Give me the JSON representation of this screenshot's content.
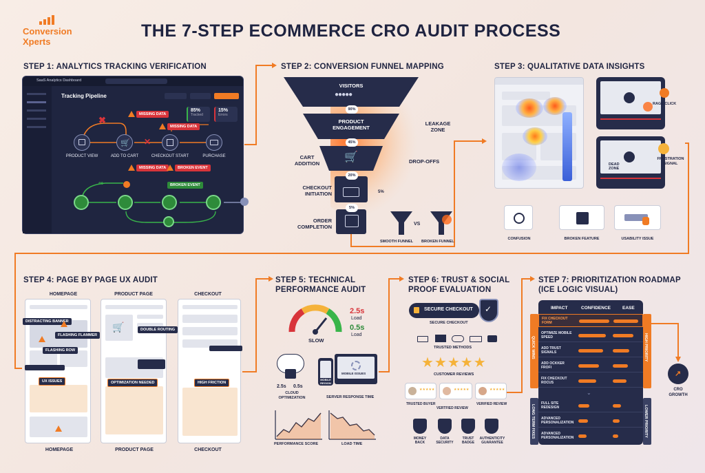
{
  "brand": {
    "line1": "Conversion",
    "line2": "Xperts"
  },
  "title": "THE 7-STEP ECOMMERCE CRO AUDIT PROCESS",
  "step1": {
    "title": "STEP 1: ANALYTICS TRACKING VERIFICATION",
    "app_name": "SaaS Analytics Dashboard",
    "pipeline_title": "Tracking Pipeline",
    "stat1_value": "85%",
    "stat1_label": "Tracked",
    "stat2_value": "15%",
    "stat2_label": "Errors",
    "nodes": [
      "PRODUCT VIEW",
      "ADD TO CART",
      "CHECKOUT START",
      "PURCHASE"
    ],
    "missing_data": "MISSING DATA",
    "broken_event": "BROKEN EVENT"
  },
  "step2": {
    "title": "STEP 2: CONVERSION FUNNEL MAPPING",
    "stages": [
      "VISITORS",
      "PRODUCT ENGAGEMENT",
      "CART ADDITION",
      "CHECKOUT INITIATION",
      "ORDER COMPLETION"
    ],
    "rates": [
      "90%",
      "45%",
      "20%",
      "5%"
    ],
    "side_rate": "5%",
    "leakage": "LEAKAGE ZONE",
    "dropoffs": "DROP-OFFS",
    "smooth": "SMOOTH FUNNEL",
    "vs": "VS",
    "broken": "BROKEN FUNNEL"
  },
  "step3": {
    "title": "STEP 3: QUALITATIVE DATA INSIGHTS",
    "rage_click": "RAGE CLICK",
    "dead_zone": "DEAD ZONE",
    "frustration": "FRUSTRATION SIGNAL",
    "confusion": "CONFUSION",
    "broken_feature": "BROKEN FEATURE",
    "usability": "USABILITY ISSUE"
  },
  "step4": {
    "title": "STEP 4: PAGE BY PAGE UX AUDIT",
    "pages": [
      "HOMEPAGE",
      "PRODUCT PAGE",
      "CHECKOUT"
    ],
    "distracting": "DISTRACTING BANNER",
    "flashing": "FLASHING FLAMMER",
    "flashing_row": "FLASHING ROW",
    "ux_issues": "UX ISSUES",
    "double_routing": "DOUBLE ROUTING",
    "opt_needed": "OPTIMIZATION NEEDED",
    "high_friction": "HIGH FRICTION"
  },
  "step5": {
    "title_l1": "STEP 5: TECHNICAL",
    "title_l2": "PERFORMANCE AUDIT",
    "gauge_label": "SLOW",
    "load1": "2.5s",
    "load2": "0.5s",
    "load_word": "Load",
    "cloud_a": "2.5s",
    "cloud_b": "0.5s",
    "cloud_label": "CLOUD OPTIMIZATION",
    "server_label": "SERVER RESPONSE TIME",
    "perf_score": "PERFORMANCE SCORE",
    "load_time": "LOAD TIME",
    "mobile": "MOBILE REGION"
  },
  "step6": {
    "title_l1": "STEP 6: TRUST & SOCIAL",
    "title_l2": "PROOF EVALUATION",
    "secure_btn": "SECURE CHECKOUT",
    "secure_label": "SECURE CHECKOUT",
    "trusted_methods": "TRUSTED METHODS",
    "customer_reviews": "CUSTOMER REVIEWS",
    "trusted_buyer": "TRUSTED BUYER",
    "verified_review": "VERTFIED REVIEW",
    "verified_review2": "VERIFIED REVIEW",
    "badges": [
      "MONEY BACK",
      "DATA SECURITY",
      "TRUST BADGE",
      "AUTHENTICITY GUARANTEE"
    ]
  },
  "step7": {
    "title_l1": "STEP 7: PRIORITIZATION ROADMAP",
    "title_l2": "(ICE LOGIC VISUAL)",
    "cols": [
      "IMPACT",
      "CONFIDENCE",
      "EASE"
    ],
    "rows": [
      "FIX CHECKOUT FORM",
      "OPTIMIZE MOBILE SPEED",
      "ADD TRUST SIGNALS",
      "ADD OCKKER FROFI",
      "FIX CHECKOUT ROCUS",
      "FULL SITE REDESIGN",
      "ADVANCED PERSONALIZATION",
      "ADVANCED PERSONALIZATION"
    ],
    "quick_wins": "QUICK WINS",
    "high_priority": "HIGH PRIORITY",
    "long_term": "LONG TERM FIXES",
    "lower_priority": "LOWER PRIORITY",
    "growth": "CRO GROWTH"
  }
}
